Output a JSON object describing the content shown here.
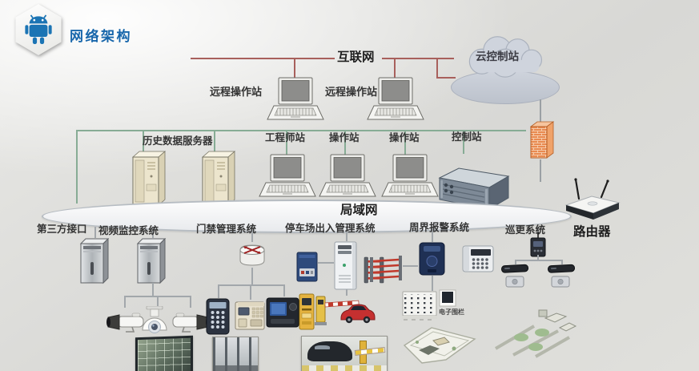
{
  "header": {
    "title": "网络架构"
  },
  "internet": {
    "bus_label": "互联网",
    "cloud_station": "云控制站",
    "remote_station_1": "远程操作站",
    "remote_station_2": "远程操作站"
  },
  "control_layer": {
    "history_server": "历史数据服务器",
    "engineer_station": "工程师站",
    "operator_station_1": "操作站",
    "operator_station_2": "操作站",
    "control_station": "控制站"
  },
  "lan": {
    "bus_label": "局域网"
  },
  "subsystems": {
    "third_party": "第三方接口",
    "video": "视频监控系统",
    "access": "门禁管理系统",
    "parking": "停车场出入管理系统",
    "perimeter": "周界报警系统",
    "patrol": "巡更系统",
    "router": "路由器",
    "efence": "电子围栏"
  },
  "icons": {
    "android-badge": "hexagon-android-robot",
    "cloud": "cloud-shape",
    "firewall": "orange-brick-wall",
    "router": "wireless-router-two-antennas",
    "laptop": "laptop-computer",
    "server-tower": "beige-tower-server",
    "pc-tower": "silver-tower-pc",
    "rack-server": "3d-rack-server",
    "hub-x": "hub-with-red-cross-arrows",
    "camera-bullet": "bullet-cctv-camera",
    "camera-dome": "dome-cctv-camera"
  },
  "colors": {
    "title_blue": "#1766ab",
    "internet_bus": "#a8605c",
    "lan_bus": "#87ac95",
    "firewall_orange": "#e98a50",
    "alarm_navy": "#1f3054",
    "car_red": "#c53030",
    "machine_yellow": "#e5b33f"
  }
}
